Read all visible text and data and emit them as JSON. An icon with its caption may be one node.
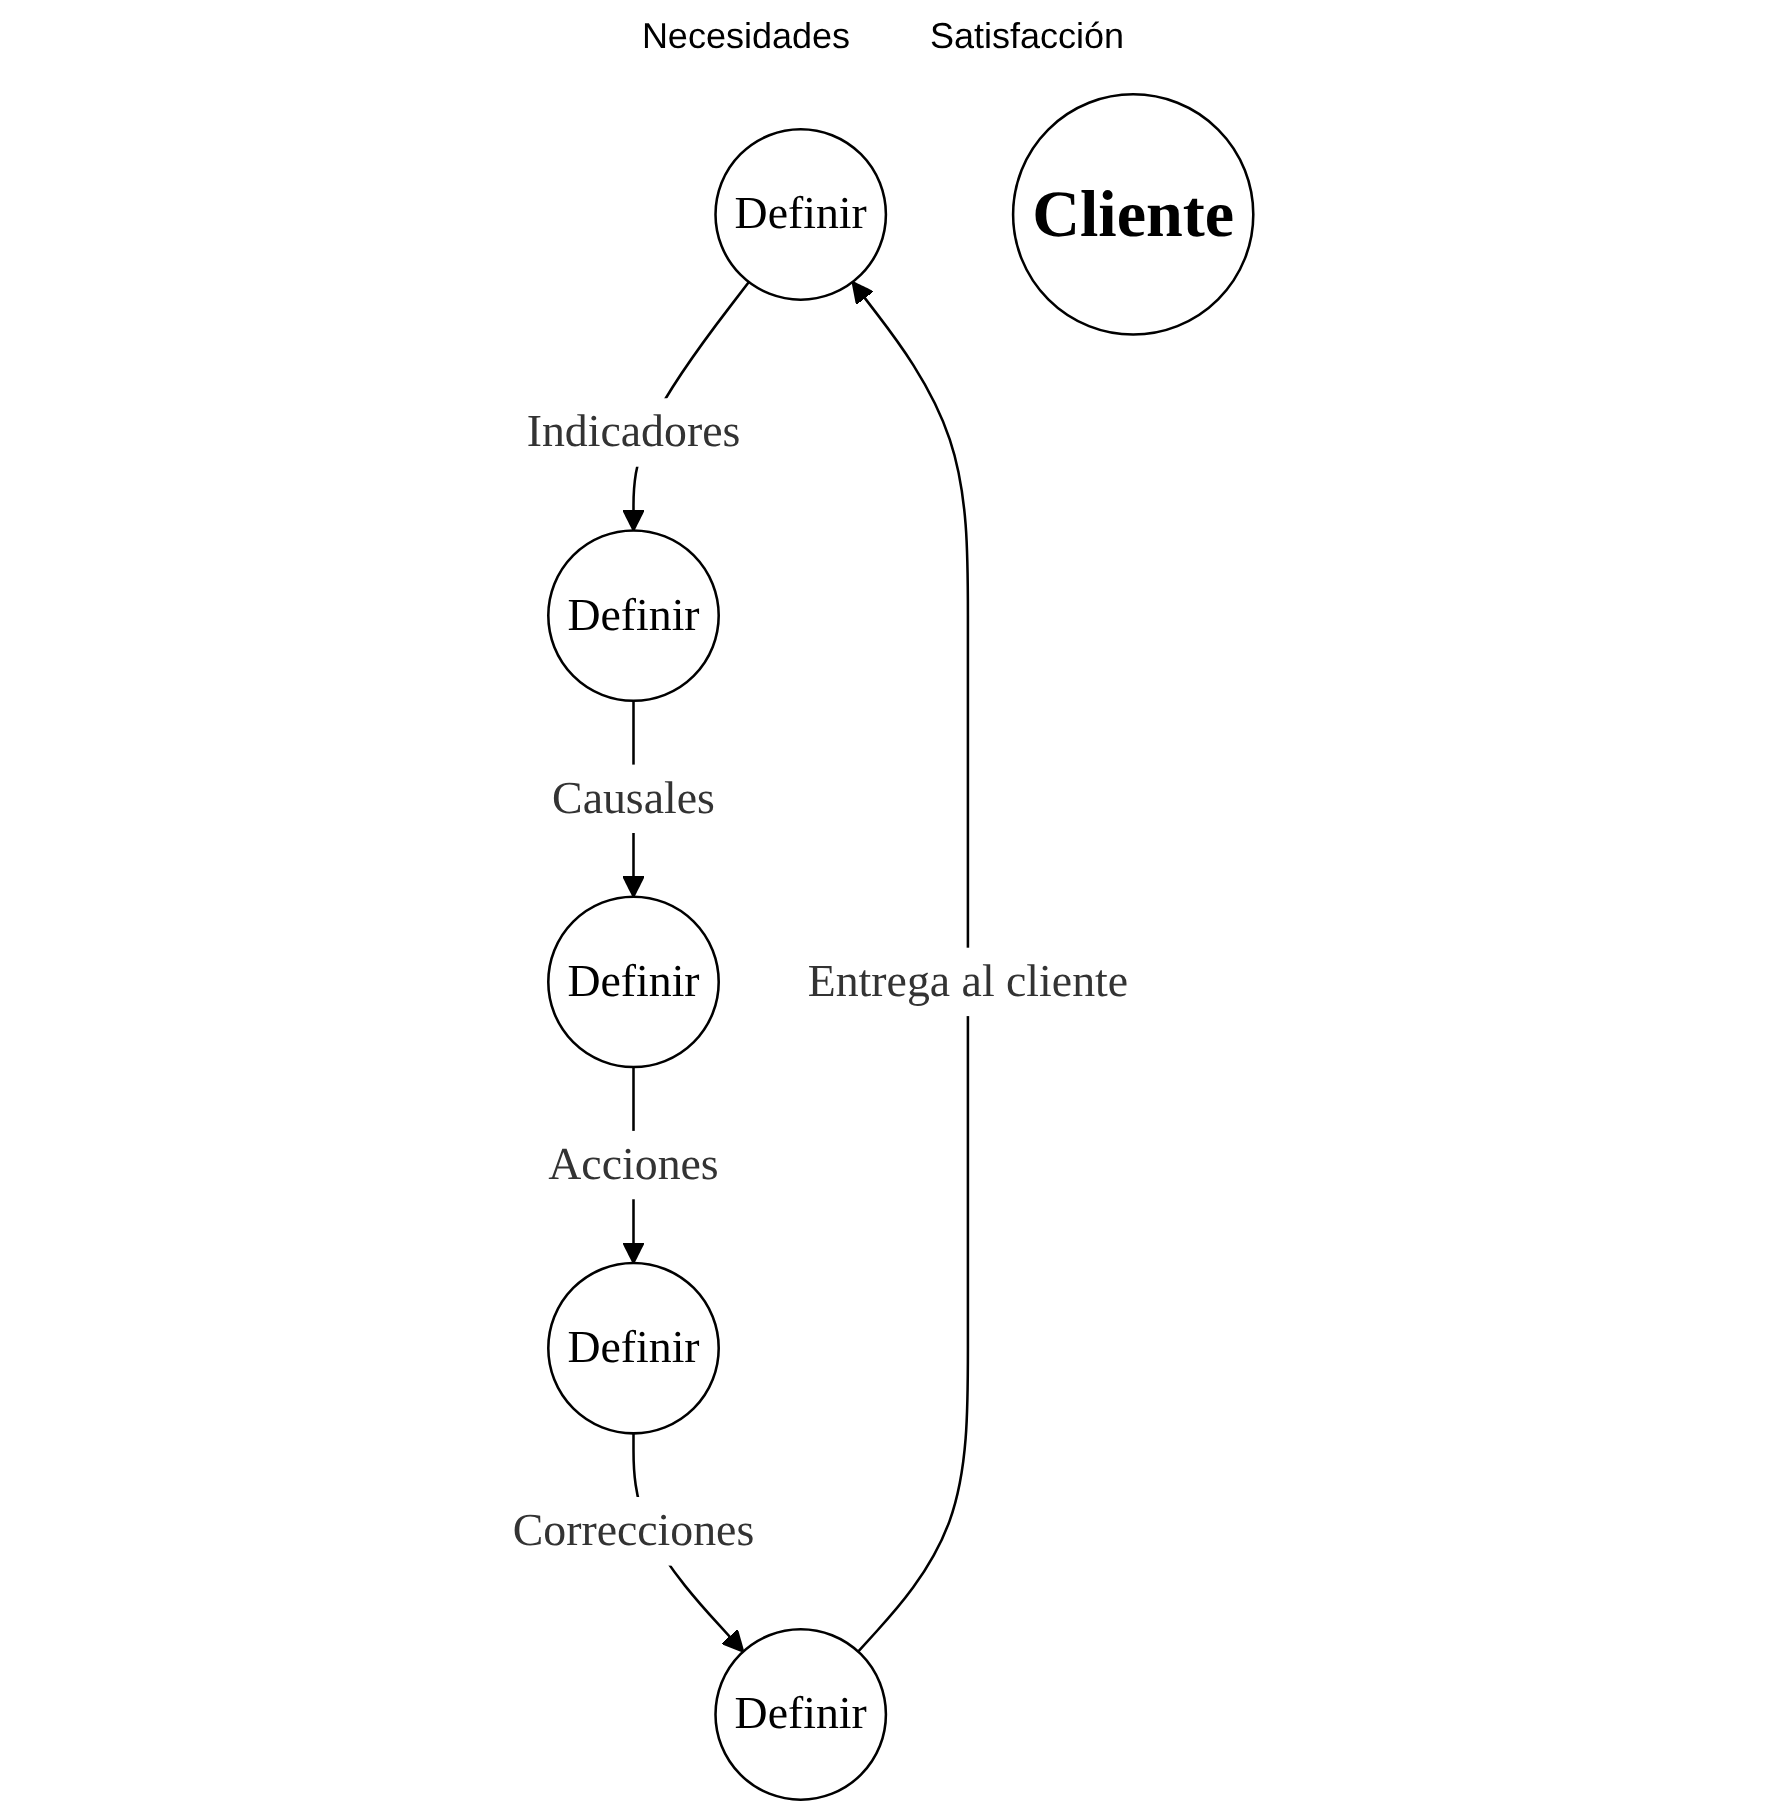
{
  "diagram": {
    "nodes": [
      {
        "text": [
          "Definir"
        ]
      },
      {
        "text": [
          "Definir"
        ]
      },
      {
        "text": [
          "Definir"
        ]
      },
      {
        "text": [
          "Cliente"
        ]
      },
      {
        "text": [
          "Definir"
        ]
      },
      {
        "text": [
          "Definir"
        ]
      }
    ],
    "edges": [
      {
        "from": 0,
        "to": 2,
        "arrow": "to",
        "label": "Indicadores"
      },
      {
        "from": 2,
        "to": 5,
        "arrow": "to",
        "label": "Causales"
      },
      {
        "from": 5,
        "to": 4,
        "arrow": "to",
        "label": "Acciones"
      },
      {
        "from": 4,
        "to": 1,
        "arrow": "to",
        "label": "Correcciones"
      },
      {
        "from": 1,
        "to": 0,
        "arrow": "to",
        "label": "Entrega al cliente"
      }
    ],
    "labels": [
      "Necesidades",
      "Satisfacción"
    ]
  }
}
